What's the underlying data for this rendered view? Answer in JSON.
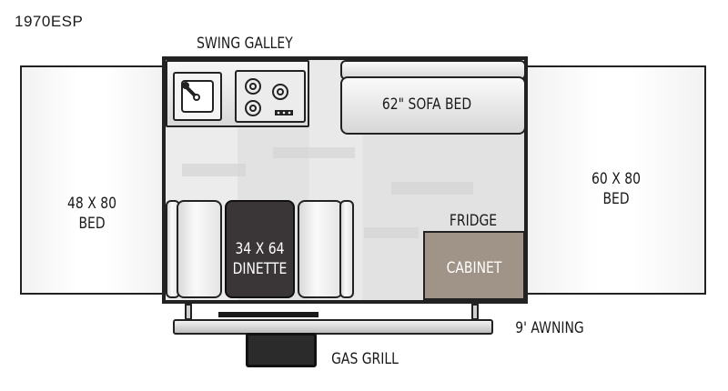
{
  "model": "1970ESP",
  "labels": {
    "galley": "SWING GALLEY",
    "sofa": "62\" SOFA BED",
    "left_bed_line1": "48 X 80",
    "left_bed_line2": "BED",
    "right_bed_line1": "60 X 80",
    "right_bed_line2": "BED",
    "dinette_line1": "34 X 64",
    "dinette_line2": "DINETTE",
    "fridge": "FRIDGE",
    "cabinet": "CABINET",
    "awning": "9' AWNING",
    "grill": "GAS GRILL"
  },
  "colors": {
    "outline": "#222222",
    "floor": "#e2e2e2",
    "dinette_table": "#3a3536",
    "cabinet": "#a09388"
  }
}
